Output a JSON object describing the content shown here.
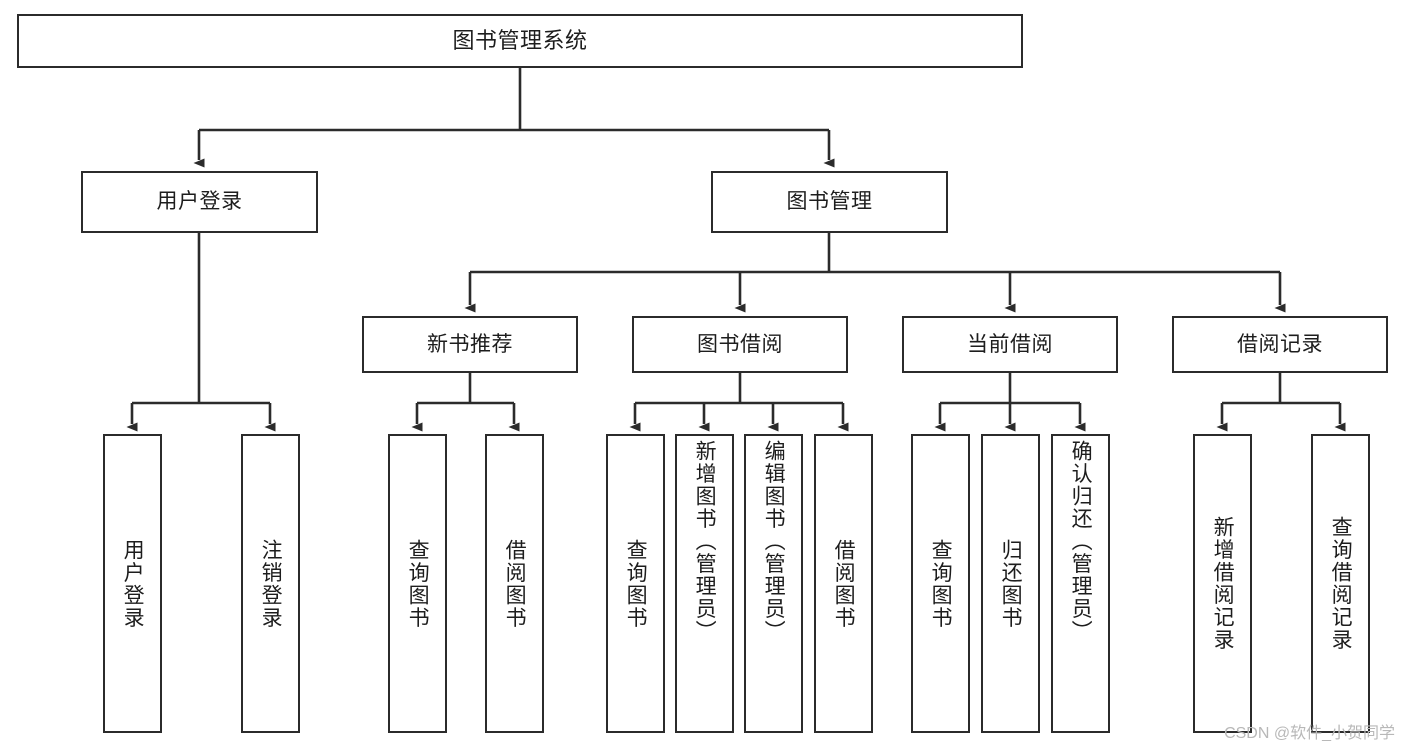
{
  "diagram": {
    "title": "图书管理系统",
    "type": "tree-hierarchy-diagram",
    "root": {
      "label": "图书管理系统"
    },
    "level2": [
      {
        "label": "用户登录"
      },
      {
        "label": "图书管理"
      }
    ],
    "level3": [
      {
        "label": "新书推荐"
      },
      {
        "label": "图书借阅"
      },
      {
        "label": "当前借阅"
      },
      {
        "label": "借阅记录"
      }
    ],
    "leaves": {
      "user_login": [
        {
          "label": "用户登录"
        },
        {
          "label": "注销登录"
        }
      ],
      "new_book_recommend": [
        {
          "label": "查询图书"
        },
        {
          "label": "借阅图书"
        }
      ],
      "book_borrow": [
        {
          "label": "查询图书"
        },
        {
          "label": "新增图书（管理员）"
        },
        {
          "label": "编辑图书（管理员）"
        },
        {
          "label": "借阅图书"
        }
      ],
      "current_borrow": [
        {
          "label": "查询图书"
        },
        {
          "label": "归还图书"
        },
        {
          "label": "确认归还（管理员）"
        }
      ],
      "borrow_record": [
        {
          "label": "新增借阅记录"
        },
        {
          "label": "查询借阅记录"
        }
      ]
    }
  },
  "watermark": {
    "text": "CSDN @软件_小贺同学"
  },
  "colors": {
    "border": "#2b2b2b",
    "background": "#ffffff",
    "text": "#1d1d1d",
    "watermark": "#b8b8b8"
  }
}
